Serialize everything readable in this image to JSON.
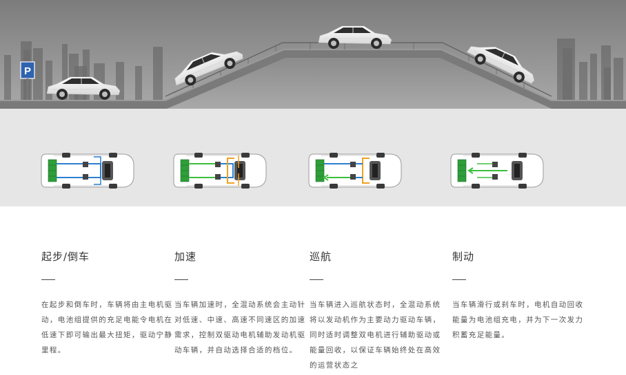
{
  "parking_sign": "P",
  "modes": [
    {
      "title": "起步/倒车",
      "text": "在起步和倒车时，车辆将由主电机驱动，电池组提供的充足电能令电机在低速下即可输出最大扭矩，驱动宁静里程。"
    },
    {
      "title": "加速",
      "text": "当车辆加速时，全混动系统会主动针对低速、中速、高速不同速区的加速需求，控制双驱动电机辅助发动机驱动车辆，并自动选择合适的档位。"
    },
    {
      "title": "巡航",
      "text": "当车辆进入巡航状态时，全混动系统将以发动机作为主要动力驱动车辆，同时适时调整双电机进行辅助驱动或能量回收，以保证车辆始终处在高效的运营状态之"
    },
    {
      "title": "制动",
      "text": "当车辆滑行或刹车时，电机自动回收能量为电池组充电，并为下一次发力积蓄充足能量。"
    }
  ],
  "colors": {
    "sky": "#8a8a8a",
    "ground": "#e6e6e6",
    "road": "#777777",
    "battery": "#2f9e3a",
    "motor_flow": "#2a7fd0",
    "engine_flow": "#f0a020",
    "regen_flow": "#3bbf3b"
  },
  "icons": [
    "parking-sign-icon",
    "car-icon",
    "chassis-diagram-icon"
  ]
}
